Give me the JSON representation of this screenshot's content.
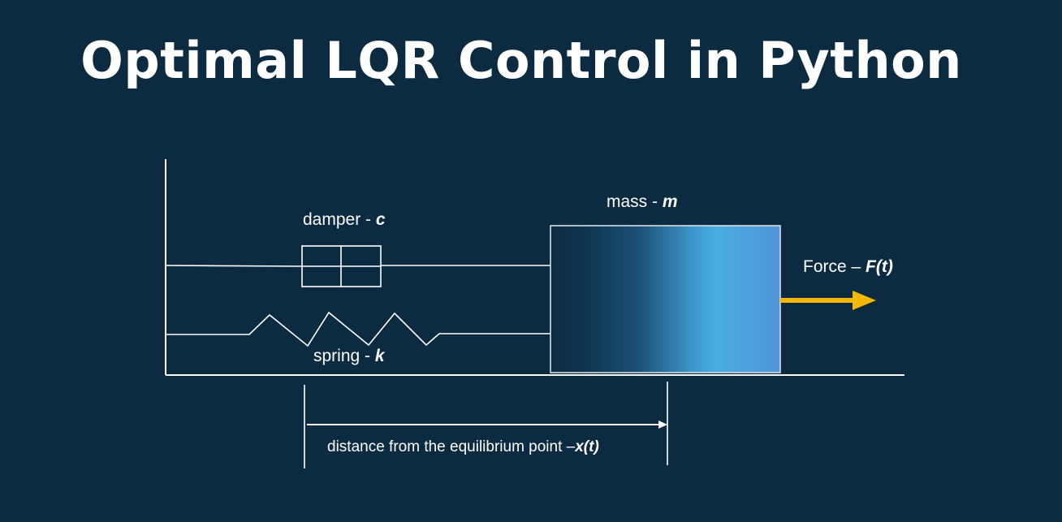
{
  "title": "Optimal LQR Control in Python",
  "labels": {
    "damper": {
      "text": "damper - ",
      "symbol": "c"
    },
    "mass": {
      "text": "mass - ",
      "symbol": "m"
    },
    "force": {
      "text": "Force – ",
      "symbol": "F(t)"
    },
    "spring": {
      "text": "spring - ",
      "symbol": "k"
    },
    "distance": {
      "text": "distance from the equilibrium point –",
      "symbol": "x(t)"
    }
  },
  "colors": {
    "background": "#0d2b40",
    "lines": "#ffffff",
    "force_arrow": "#f5b800",
    "mass_gradient": [
      "#0d2b40",
      "#1c4f74",
      "#4aaee0",
      "#4f95d8"
    ]
  }
}
